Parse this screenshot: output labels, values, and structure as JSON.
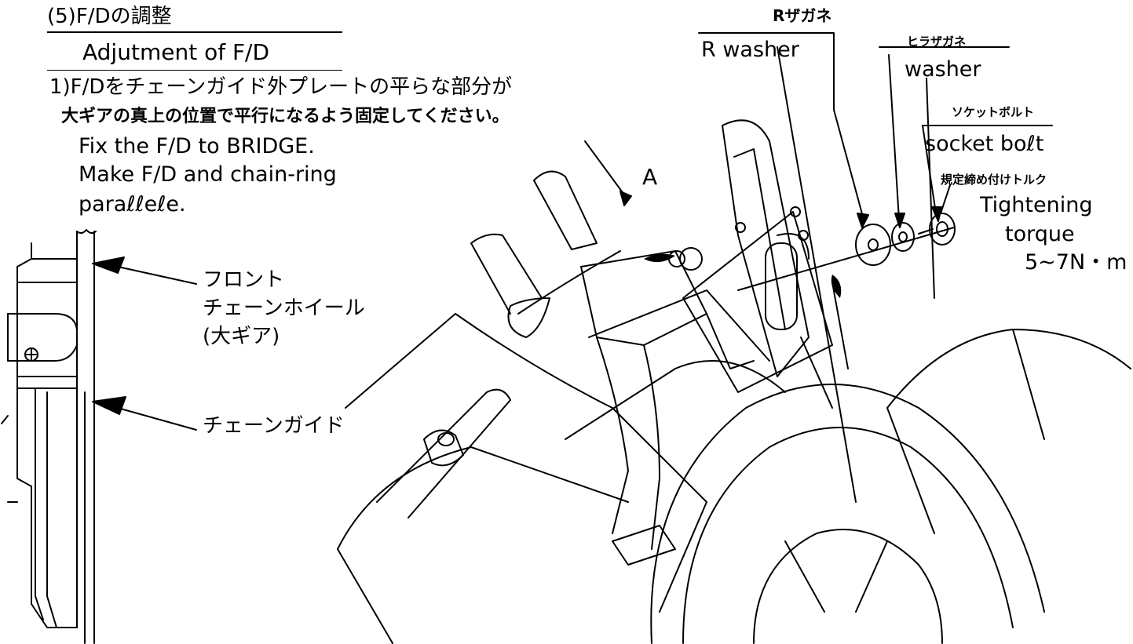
{
  "header": {
    "section_title": "(5)F/Dの調整",
    "subtitle": "Adjutment of F/D"
  },
  "instructions": {
    "step1_jp_line1": "1)F/Dをチェーンガイド外プレートの平らな部分が",
    "step1_jp_line2": "大ギアの真上の位置で平行になるよう固定してください。",
    "step1_en_line1": "Fix the F/D to BRIDGE.",
    "step1_en_line2": "Make F/D and chain-ring",
    "step1_en_line3": "paraℓℓeℓe."
  },
  "left_diagram": {
    "label_front_1": "フロント",
    "label_front_2": "チェーンホイール",
    "label_front_3": "(大ギア)",
    "label_chain_guide": "チェーンガイド"
  },
  "main_diagram": {
    "arrow_label": "A",
    "r_washer_jp": "Rザガネ",
    "r_washer_en": "R washer",
    "washer_jp": "ヒラザガネ",
    "washer_en": "washer",
    "socket_bolt_jp": "ソケットボルト",
    "socket_bolt_en": "socket boℓt",
    "torque_jp": "規定締め付けトルク",
    "torque_en_1": "Tightening",
    "torque_en_2": "torque",
    "torque_value": "5~7N・m"
  }
}
